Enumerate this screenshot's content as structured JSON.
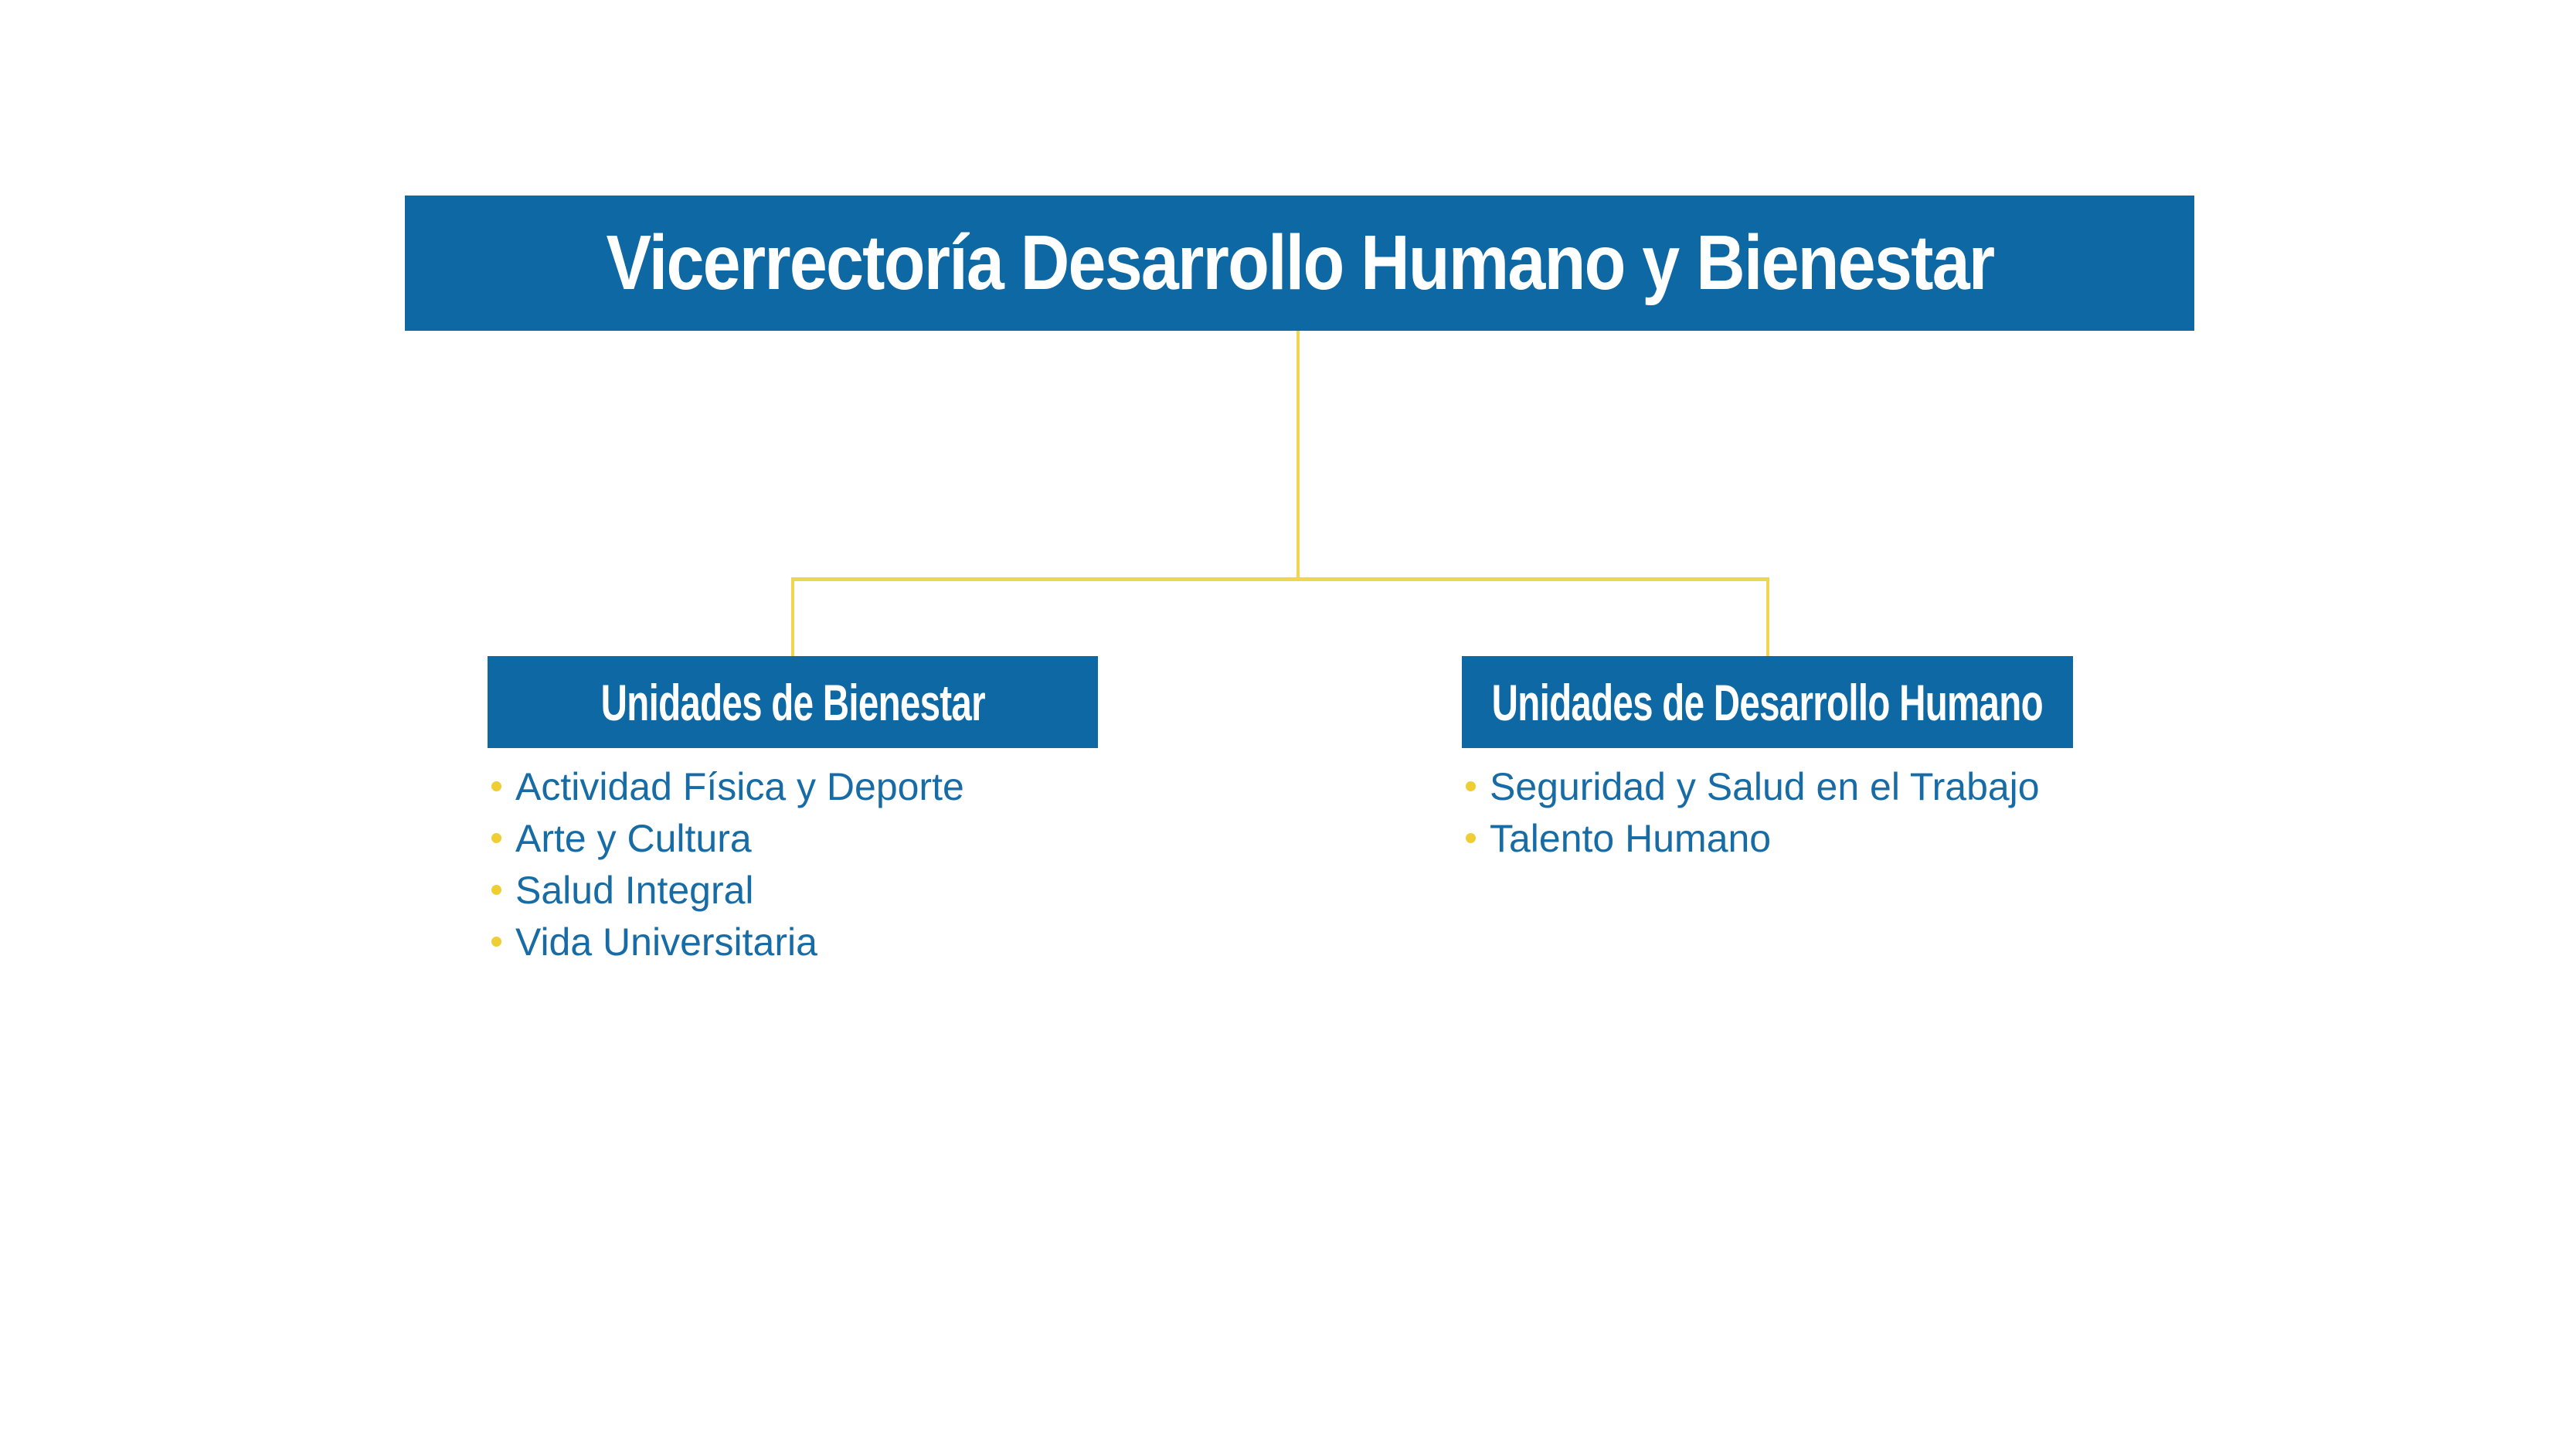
{
  "org_chart": {
    "title": "Vicerrectoría Desarrollo Humano y Bienestar",
    "colors": {
      "node_blue": "#0D68A3",
      "connector_yellow": "#F0D64E",
      "bullet_yellow": "#EECD35",
      "item_text_blue": "#176CA6",
      "node_text": "#FFFFFF",
      "background": "#FFFFFF"
    },
    "branches": [
      {
        "label": "Unidades de Bienestar",
        "items": [
          "Actividad Física y Deporte",
          "Arte y Cultura",
          "Salud Integral",
          "Vida Universitaria"
        ]
      },
      {
        "label": "Unidades de Desarrollo Humano",
        "items": [
          "Seguridad y Salud en el Trabajo",
          "Talento Humano"
        ]
      }
    ]
  }
}
